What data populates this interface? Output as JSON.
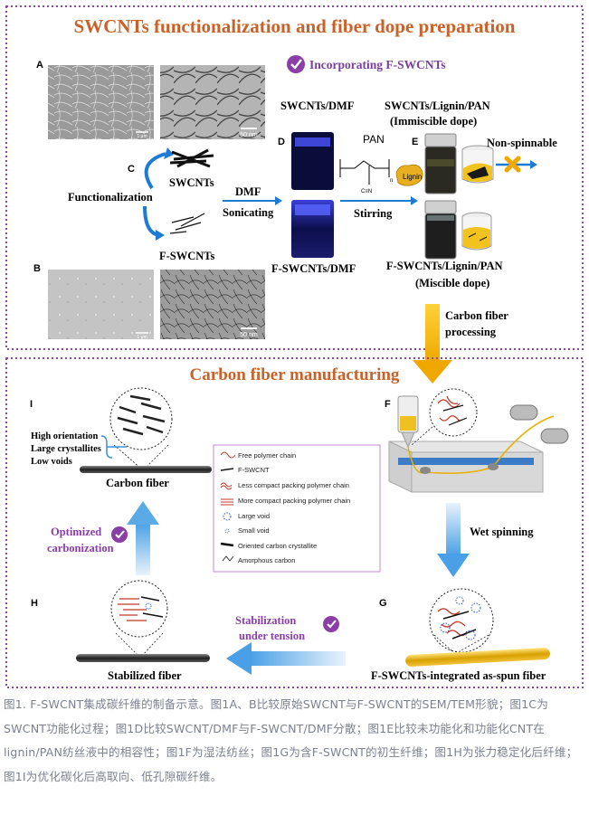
{
  "top_panel": {
    "title": "SWCNTs functionalization and fiber dope preparation",
    "banner": "Incorporating F-SWCNTs",
    "panel_letters": {
      "A": "A",
      "B": "B",
      "C": "C",
      "D": "D",
      "E": "E"
    },
    "scale_labels": {
      "a_left": "1 μm",
      "a_right": "50 nm",
      "b_left": "1 μm",
      "b_right": "50 nm"
    },
    "functionalization_label": "Functionalization",
    "swcnts_label": "SWCNTs",
    "fswcnts_label": "F-SWCNTs",
    "dmf_label": "DMF",
    "sonicating_label": "Sonicating",
    "swcnts_dmf_label": "SWCNTs/DMF",
    "fswcnts_dmf_label": "F-SWCNTs/DMF",
    "pan_label": "PAN",
    "cn_label": "C≡N",
    "n_label": "n",
    "lignin_label": "Lignin",
    "stirring_label": "Stirring",
    "immiscible_title": "SWCNTs/Lignin/PAN",
    "immiscible_sub": "(Immiscible dope)",
    "non_spinnable": "Non-spinnable",
    "miscible_title": "F-SWCNTs/Lignin/PAN",
    "miscible_sub": "(Miscible dope)",
    "carbon_fiber_processing_1": "Carbon fiber",
    "carbon_fiber_processing_2": "processing"
  },
  "bottom_panel": {
    "title": "Carbon fiber manufacturing",
    "panel_letters": {
      "I": "I",
      "F": "F",
      "H": "H",
      "G": "G"
    },
    "high_orientation": "High orientation",
    "large_crystallites": "Large crystallites",
    "low_voids": "Low voids",
    "carbon_fiber": "Carbon fiber",
    "optimized_1": "Optimized",
    "optimized_2": "carbonization",
    "wet_spinning": "Wet spinning",
    "stabilization_1": "Stabilization",
    "stabilization_2": "under tension",
    "stabilized_fiber": "Stabilized fiber",
    "as_spun_fiber": "F-SWCNTs-integrated as-spun fiber",
    "legend": [
      "Free polymer chain",
      "F-SWCNT",
      "Less compact packing polymer chain",
      "More compact packing polymer chain",
      "Large void",
      "Small void",
      "Oriented carbon crystallite",
      "Amorphous carbon"
    ]
  },
  "colors": {
    "title_orange": "#c8622a",
    "purple": "#8b3ea6",
    "banner_purple": "#7a3fa0",
    "arrow_blue": "#1e7bd4",
    "arrow_yellow": "#f4b400",
    "dotted_border": "#8a4aa0",
    "caption_gray": "#7c8191"
  },
  "caption": "图1. F-SWCNT集成碳纤维的制备示意。图1A、B比较原始SWCNT与F-SWCNT的SEM/TEM形貌；图1C为SWCNT功能化过程；图1D比较SWCNT/DMF与F-SWCNT/DMF分散；图1E比较未功能化和功能化CNT在lignin/PAN纺丝液中的相容性；图1F为湿法纺丝；图1G为含F-SWCNT的初生纤维；图1H为张力稳定化后纤维；图1I为优化碳化后高取向、低孔隙碳纤维。"
}
